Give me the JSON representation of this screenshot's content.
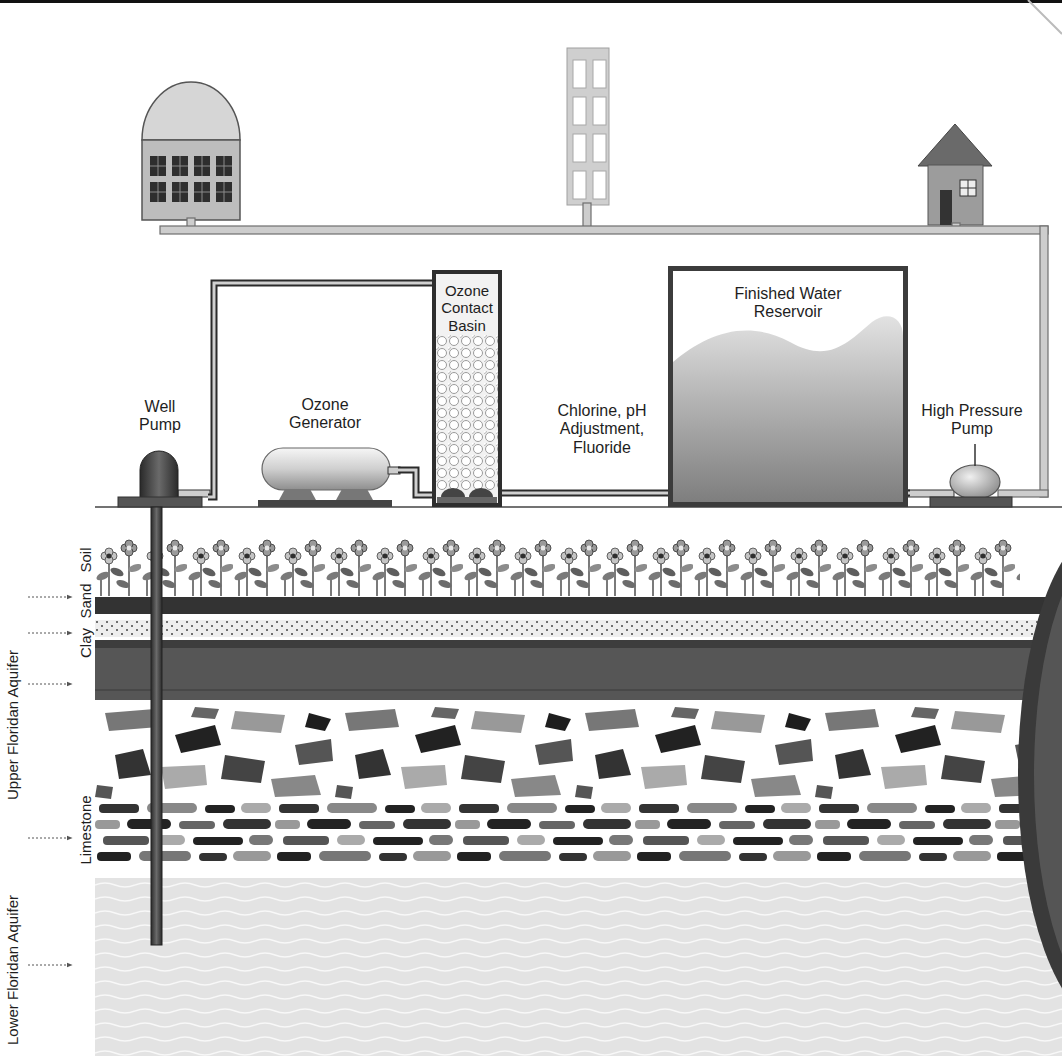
{
  "diagram": {
    "nodes": [
      {
        "text": [
          "Well Pump"
        ]
      },
      {
        "text": [
          "Ozone Generator"
        ]
      },
      {
        "text": [
          "Ozone Contact Basin"
        ]
      },
      {
        "text": [
          "Finished Water Reservoir"
        ]
      },
      {
        "text": [
          "High Pressure Pump"
        ]
      }
    ],
    "edges": [
      {
        "from": 0,
        "to": 2,
        "arrow": "none"
      },
      {
        "from": 1,
        "to": 2,
        "arrow": "none"
      },
      {
        "from": 2,
        "to": 3,
        "label": "Chlorine, pH Adjustment, Fluoride",
        "arrow": "none"
      },
      {
        "from": 3,
        "to": 4,
        "arrow": "none"
      }
    ],
    "labels": [
      "Soil",
      "Sand",
      "Clay",
      "Upper Floridan Aquifer",
      "Limestone",
      "Lower Floridan Aquifer"
    ]
  }
}
